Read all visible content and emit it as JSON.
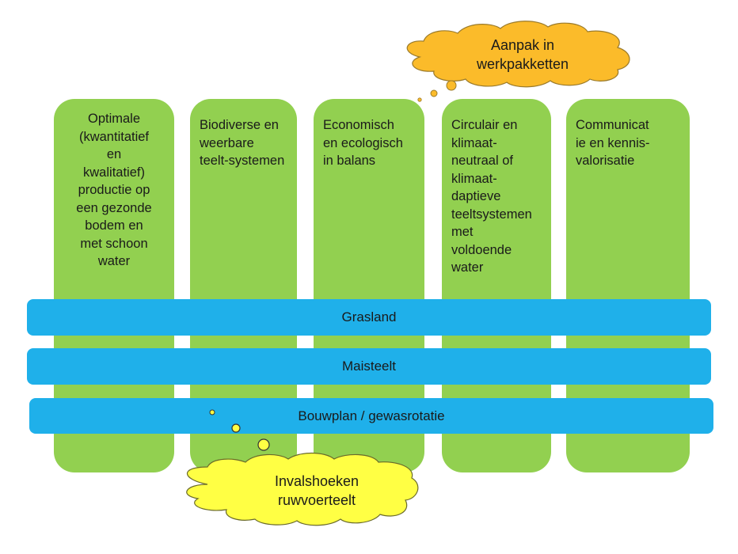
{
  "diagram": {
    "colors": {
      "column_fill": "#92d050",
      "bar_fill": "#1fb0ea",
      "orange_cloud_fill": "#fbbb2a",
      "yellow_cloud_fill": "#ffff44",
      "text": "#1a1a1a"
    },
    "work_packages_cloud": {
      "label": "Aanpak in\nwerkpakketten"
    },
    "perspectives_cloud": {
      "label": "Invalshoeken\nruwvoerteelt"
    },
    "columns": [
      {
        "label": "Optimale\n(kwantitatief\nen\nkwalitatief)\nproductie op\neen gezonde\nbodem en\nmet schoon\nwater"
      },
      {
        "label": "Biodiverse en\nweerbare\nteelt-systemen"
      },
      {
        "label": "Economisch\nen ecologisch\nin balans"
      },
      {
        "label": "Circulair en\nklimaat-\nneutraal of\nklimaat-\ndaptieve\nteeltsystemen\nmet\nvoldoende\nwater"
      },
      {
        "label": "Communicat\nie en kennis-\nvalorisatie"
      }
    ],
    "bars": [
      {
        "label": "Grasland"
      },
      {
        "label": "Maisteelt"
      },
      {
        "label": "Bouwplan / gewasrotatie"
      }
    ]
  }
}
